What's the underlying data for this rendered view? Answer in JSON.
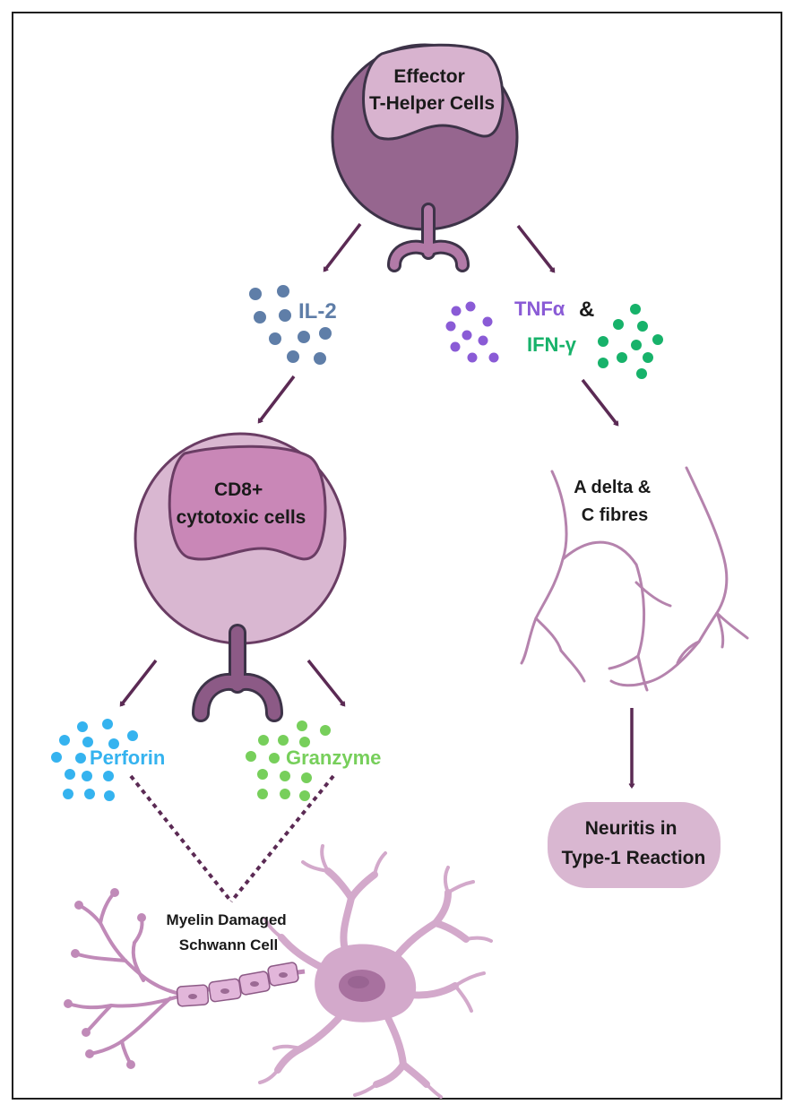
{
  "colors": {
    "frame": "#1f1f1f",
    "t_helper_body": "#96668f",
    "t_helper_nucleus": "#d8b3cf",
    "cd8_body": "#d9b7d1",
    "cd8_nucleus": "#c987b7",
    "receptor": "#8c5a86",
    "outline": "#3d3348",
    "arrow": "#5b2a54",
    "il2": "#5f7ea8",
    "tnf": "#8a5bd6",
    "ifn": "#17b26a",
    "perforin": "#35b3ef",
    "granzyme": "#77cf5b",
    "fibre": "#b583ad",
    "neuron": "#d3a9cb",
    "myelin": "#e2b6da",
    "outcome_fill": "#d9b7d1"
  },
  "labels": {
    "t_helper": [
      "Effector",
      "T-Helper Cells"
    ],
    "il2": "IL-2",
    "tnf": "TNFα",
    "amp": "&",
    "ifn": "IFN-γ",
    "cd8": [
      "CD8+",
      "cytotoxic cells"
    ],
    "fibres": [
      "A delta &",
      "C fibres"
    ],
    "perforin": "Perforin",
    "granzyme": "Granzyme",
    "schwann": [
      "Myelin Damaged",
      "Schwann Cell"
    ],
    "outcome": [
      "Neuritis in",
      "Type-1 Reaction"
    ]
  }
}
